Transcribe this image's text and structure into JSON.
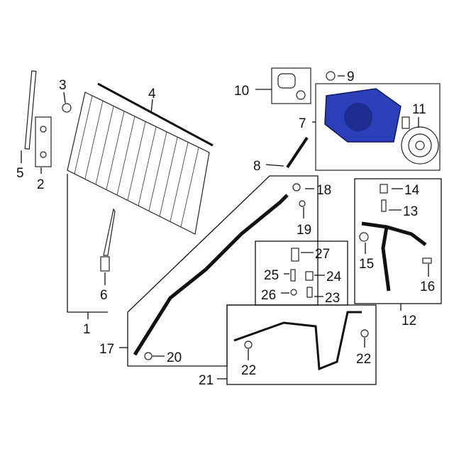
{
  "diagram": {
    "title": "A/C condenser, compressor and lines parts diagram",
    "accent_color": "#2a3fb8",
    "callouts": [
      "1",
      "2",
      "3",
      "4",
      "5",
      "6",
      "7",
      "8",
      "9",
      "10",
      "11",
      "12",
      "13",
      "14",
      "15",
      "16",
      "17",
      "18",
      "19",
      "20",
      "21",
      "22",
      "22",
      "23",
      "24",
      "25",
      "26",
      "27"
    ]
  }
}
